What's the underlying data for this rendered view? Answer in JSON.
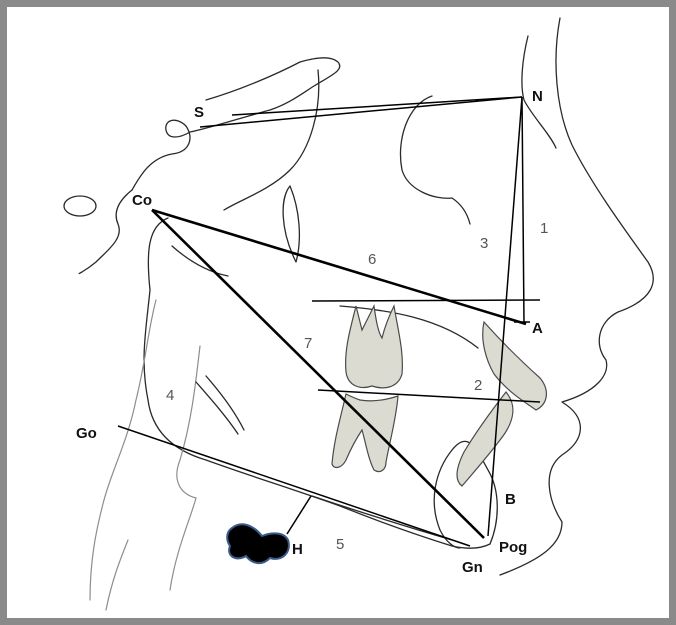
{
  "landmarks": {
    "S": "S",
    "N": "N",
    "Co": "Co",
    "A": "A",
    "Go": "Go",
    "B": "B",
    "Pog": "Pog",
    "Gn": "Gn",
    "H": "H"
  },
  "measurements": {
    "m1": "1",
    "m2": "2",
    "m3": "3",
    "m4": "4",
    "m5": "5",
    "m6": "6",
    "m7": "7"
  },
  "colors": {
    "frame": "#8a8a8a",
    "tooth_fill": "#dcdbd1",
    "hyoid": "#000000",
    "hyoid_outline": "#3a5a8a"
  }
}
